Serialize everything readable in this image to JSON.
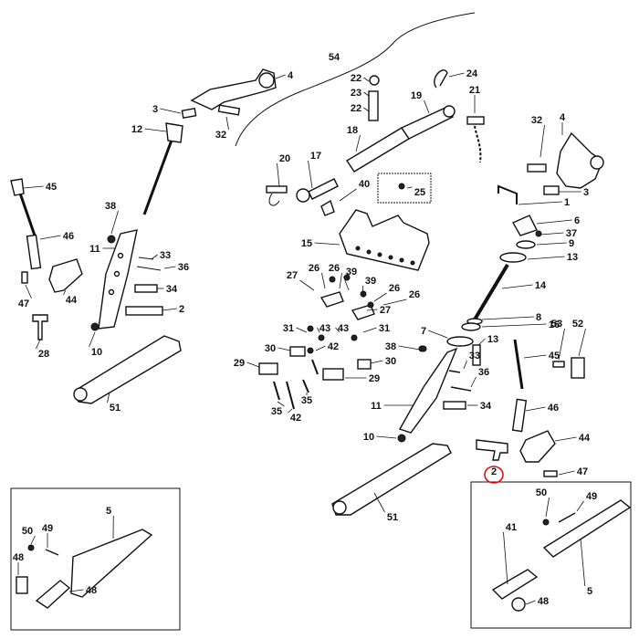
{
  "callouts": [
    {
      "text": "54"
    },
    {
      "text": "4"
    },
    {
      "text": "3"
    },
    {
      "text": "32"
    },
    {
      "text": "12"
    },
    {
      "text": "45"
    },
    {
      "text": "46"
    },
    {
      "text": "47"
    },
    {
      "text": "44"
    },
    {
      "text": "28"
    },
    {
      "text": "38"
    },
    {
      "text": "11"
    },
    {
      "text": "33"
    },
    {
      "text": "36"
    },
    {
      "text": "34"
    },
    {
      "text": "2"
    },
    {
      "text": "10"
    },
    {
      "text": "51"
    },
    {
      "text": "22"
    },
    {
      "text": "23"
    },
    {
      "text": "22"
    },
    {
      "text": "24"
    },
    {
      "text": "21"
    },
    {
      "text": "19"
    },
    {
      "text": "18"
    },
    {
      "text": "20"
    },
    {
      "text": "17"
    },
    {
      "text": "40"
    },
    {
      "text": "25"
    },
    {
      "text": "15"
    },
    {
      "text": "27"
    },
    {
      "text": "26"
    },
    {
      "text": "26"
    },
    {
      "text": "39"
    },
    {
      "text": "39"
    },
    {
      "text": "26"
    },
    {
      "text": "27"
    },
    {
      "text": "26"
    },
    {
      "text": "31"
    },
    {
      "text": "43"
    },
    {
      "text": "43"
    },
    {
      "text": "31"
    },
    {
      "text": "30"
    },
    {
      "text": "42"
    },
    {
      "text": "38"
    },
    {
      "text": "29"
    },
    {
      "text": "30"
    },
    {
      "text": "29"
    },
    {
      "text": "35"
    },
    {
      "text": "35"
    },
    {
      "text": "42"
    },
    {
      "text": "32"
    },
    {
      "text": "4"
    },
    {
      "text": "3"
    },
    {
      "text": "1"
    },
    {
      "text": "6"
    },
    {
      "text": "37"
    },
    {
      "text": "9"
    },
    {
      "text": "13"
    },
    {
      "text": "14"
    },
    {
      "text": "8"
    },
    {
      "text": "16"
    },
    {
      "text": "7"
    },
    {
      "text": "13"
    },
    {
      "text": "53"
    },
    {
      "text": "52"
    },
    {
      "text": "45"
    },
    {
      "text": "33"
    },
    {
      "text": "36"
    },
    {
      "text": "11"
    },
    {
      "text": "34"
    },
    {
      "text": "46"
    },
    {
      "text": "10"
    },
    {
      "text": "44"
    },
    {
      "text": "2"
    },
    {
      "text": "47"
    },
    {
      "text": "51"
    },
    {
      "text": "5"
    },
    {
      "text": "50"
    },
    {
      "text": "49"
    },
    {
      "text": "48"
    },
    {
      "text": "48"
    },
    {
      "text": "50"
    },
    {
      "text": "49"
    },
    {
      "text": "41"
    },
    {
      "text": "5"
    },
    {
      "text": "48"
    }
  ]
}
